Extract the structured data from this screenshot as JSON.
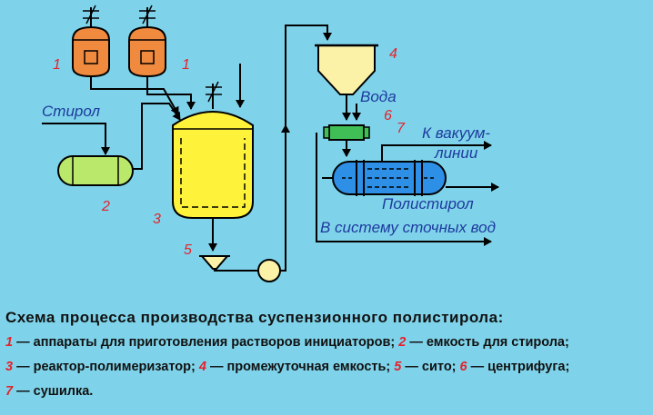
{
  "diagram": {
    "labels": {
      "styrene": "Стирол",
      "water": "Вода",
      "vacuum_1": "К вакуум-",
      "vacuum_2": "линии",
      "polystyrene": "Полистирол",
      "sewage": "В систему сточных вод"
    },
    "numbers": {
      "initiator_a": "1",
      "initiator_b": "1",
      "styrene_tank": "2",
      "reactor": "3",
      "buffer_tank": "4",
      "sieve": "5",
      "centrifuge": "6",
      "dryer": "7"
    },
    "colors": {
      "background": "#7ed3ea",
      "initiator_vessel": "#f08a3e",
      "styrene_tank": "#b9e86a",
      "reactor": "#fff23a",
      "buffer_tank": "#fbf2a8",
      "sieve": "#fbf2a8",
      "pump": "#fbf2a8",
      "centrifuge": "#3fbf55",
      "dryer": "#2e8fe6",
      "number_color": "#e3232b",
      "label_color": "#1e3a9e"
    }
  },
  "caption": {
    "title": "Схема процесса производства суспензионного полистирола:",
    "items": [
      {
        "n": "1",
        "text": "— аппараты для приготовления растворов инициаторов;"
      },
      {
        "n": "2",
        "text": "— емкость для стирола;"
      },
      {
        "n": "3",
        "text": "— реактор-полимеризатор;"
      },
      {
        "n": "4",
        "text": "— промежуточная  емкость;"
      },
      {
        "n": "5",
        "text": "— сито;"
      },
      {
        "n": "6",
        "text": "— центрифуга;"
      },
      {
        "n": "7",
        "text": "— сушилка."
      }
    ]
  }
}
